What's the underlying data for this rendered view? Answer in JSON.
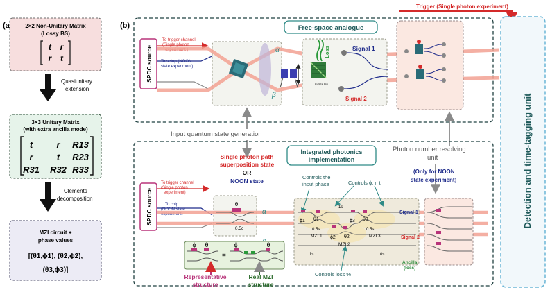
{
  "panel_a": {
    "label": "(a)",
    "box1": {
      "line1": "2×2 Non-Unitary Matrix",
      "line2": "(Lossy BS)",
      "m11": "t",
      "m12": "r",
      "m21": "r",
      "m22": "t"
    },
    "arrow1": {
      "line1": "Quasiunitary",
      "line2": "extension"
    },
    "box2": {
      "line1": "3×3 Unitary Matrix",
      "line2": "(with extra ancilla mode)",
      "m": [
        "t",
        "r",
        "R13",
        "r",
        "t",
        "R23",
        "R31",
        "R32",
        "R33"
      ]
    },
    "arrow2": {
      "line1": "Clements",
      "line2": "decomposition"
    },
    "box3": {
      "line1": "MZI circuit +",
      "line2": "phase values",
      "f1": "[(θ1,ϕ1),  (θ2,ϕ2),",
      "f2": "(θ3,ϕ3)]"
    }
  },
  "panel_b": {
    "label": "(b)",
    "trigger": "Trigger (Single photon experiment)",
    "detection": "Detection and time-tagging unit",
    "free_space": {
      "title": "Free-space analogue",
      "spdc": "SPDC source",
      "to_trigger": [
        "To trigger channel",
        "(Single photon",
        "experiment )"
      ],
      "to_setup": [
        "To setup (NOON",
        "state experiment)"
      ],
      "alpha": "α",
      "beta": "β",
      "loss": "Loss",
      "lossy_bs": "Lossy BS",
      "signal1": "Signal 1",
      "signal2": "Signal 2"
    },
    "input_gen": "Input quantum state generation",
    "pnr": [
      "Photon number resolving",
      "unit"
    ],
    "noon_note": [
      "(Only for NOON",
      "state experiment)"
    ],
    "integrated": {
      "title": [
        "Integrated photonics",
        "implementation"
      ],
      "spdc": "SPDC source",
      "to_trigger": [
        "To trigger channel",
        "(Single photon",
        "experiment)"
      ],
      "to_chip": [
        "To chip",
        "(NOON state",
        "experiment)"
      ],
      "states": [
        "Single photon  path",
        "superposition state",
        "OR",
        "NOON state"
      ],
      "theta": "θ",
      "half_c": "0.5c",
      "alpha": "α",
      "beta": "β",
      "controls_input": [
        "Controls the",
        "input phase"
      ],
      "controls_phi": "Controls ϕ, r, t",
      "controls_loss": "Controls loss %",
      "phi1": "ϕ1",
      "th1": "θ1",
      "phi2": "ϕ2",
      "th2": "θ2",
      "phi3": "ϕ3",
      "th3": "θ3",
      "mzi1": "MZI 1",
      "mzi2": "MZI 2",
      "mzi3": "MZI 3",
      "one_s": "1s",
      "zero_s": "0s",
      "half_s": "0.5s",
      "signal1": "Signal 1",
      "signal2": "Signal 2",
      "ancilla": [
        "Ancilla",
        "(loss)"
      ],
      "legend_phi": "ϕ",
      "legend_theta": "θ",
      "legend_eq": "=",
      "representative": [
        "Representative",
        "structure"
      ],
      "real_mzi": [
        "Real MZI",
        "structure"
      ]
    }
  },
  "colors": {
    "pink_box": "#f7dede",
    "green_box": "#e6f3ea",
    "lav_box": "#ecebf5",
    "teal": "#2e8a86",
    "red": "#d42a2a",
    "navy": "#1d2a8a",
    "dark_teal": "#1f5a5a",
    "beam": "#f3a293"
  }
}
